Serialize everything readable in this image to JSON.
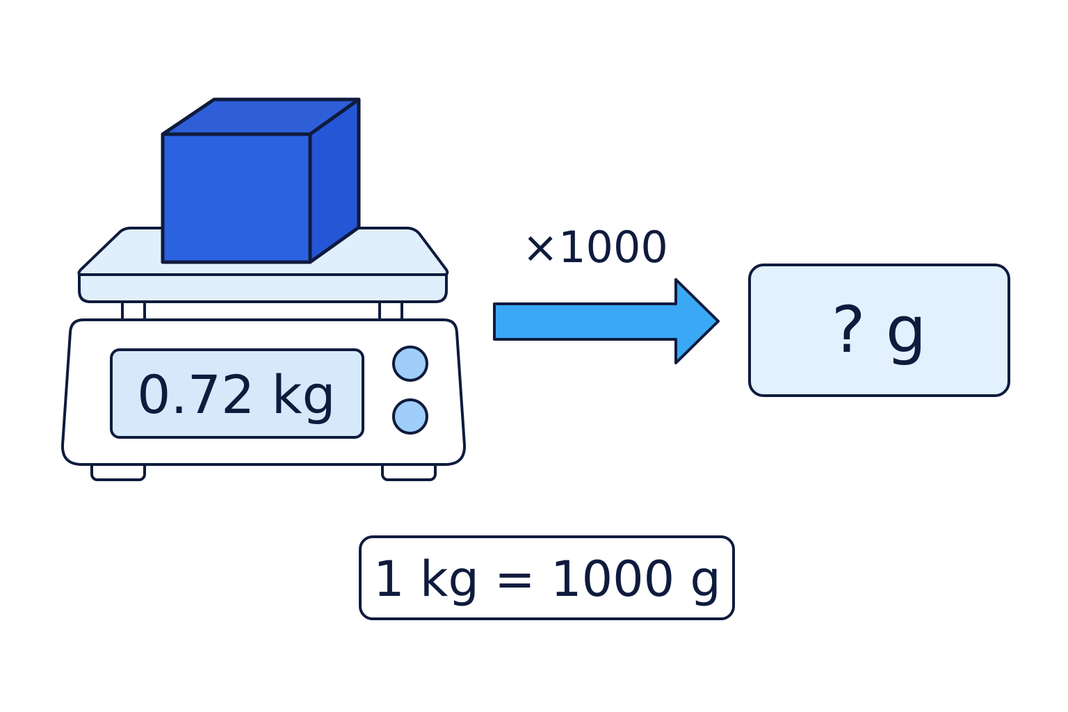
{
  "scale": {
    "display_value": "0.72 kg"
  },
  "conversion": {
    "multiplier_label": "×1000"
  },
  "result": {
    "label": "? g"
  },
  "rule": {
    "label": "1 kg = 1000 g"
  },
  "colors": {
    "outline": "#0f1b3d",
    "box_front": "#2a62e0",
    "box_side": "#2456d6",
    "box_top": "#2f5fd8",
    "platform_fill": "#e1effd",
    "display_fill": "#d5e9fb",
    "button_fill": "#9fcefa",
    "arrow_fill": "#3aa8f5",
    "result_fill": "#e3f0fd",
    "rule_fill": "#ffffff"
  }
}
